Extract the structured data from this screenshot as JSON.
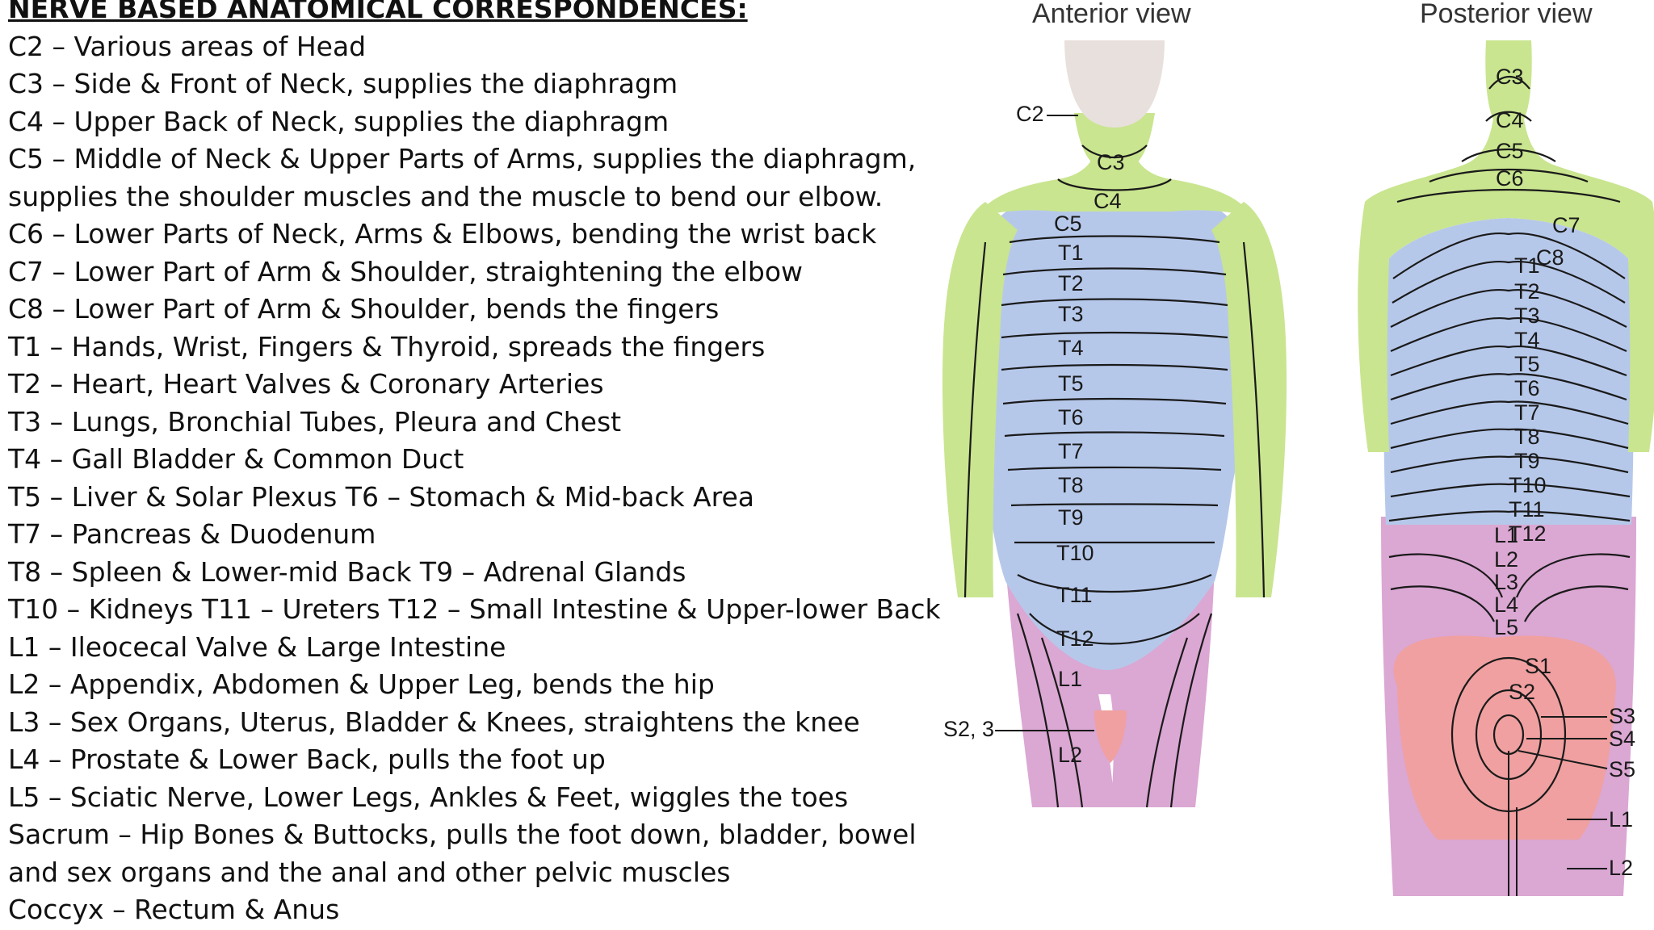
{
  "title": "NERVE BASED ANATOMICAL CORRESPONDENCES:",
  "lines": [
    "C2 – Various areas of Head",
    "C3 – Side & Front of Neck, supplies the diaphragm",
    "C4 – Upper Back of Neck, supplies the diaphragm",
    "C5 – Middle of Neck & Upper Parts of Arms, supplies the diaphragm,",
    "supplies the shoulder muscles and the muscle to bend our elbow.",
    "C6 – Lower Parts of Neck, Arms & Elbows, bending the wrist back",
    "C7 – Lower Part of Arm & Shoulder, straightening the elbow",
    "C8 – Lower Part of Arm & Shoulder, bends the fingers",
    "T1 – Hands, Wrist, Fingers & Thyroid, spreads the fingers",
    "T2 – Heart, Heart Valves & Coronary Arteries",
    "T3 – Lungs, Bronchial Tubes, Pleura and Chest",
    "T4 – Gall Bladder & Common Duct",
    "T5 – Liver & Solar Plexus  T6 – Stomach & Mid-back Area",
    "T7 – Pancreas & Duodenum",
    "T8 – Spleen & Lower-mid Back    T9 – Adrenal Glands",
    "T10 – Kidneys T11 – Ureters T12 – Small Intestine & Upper-lower Back",
    "L1 – Ileocecal Valve & Large Intestine",
    "L2 – Appendix, Abdomen & Upper Leg, bends the hip",
    "L3 – Sex Organs, Uterus, Bladder & Knees, straightens the knee",
    "L4 – Prostate & Lower Back, pulls the foot up",
    "L5 – Sciatic Nerve, Lower Legs, Ankles & Feet, wiggles the toes",
    "Sacrum – Hip Bones & Buttocks, pulls the foot down, bladder, bowel",
    "and sex organs and the anal and other pelvic muscles",
    "Coccyx – Rectum & Anus"
  ],
  "diagram": {
    "anterior": {
      "heading": "Anterior view",
      "labels": [
        "C2",
        "C3",
        "C4",
        "C5",
        "T1",
        "T2",
        "T3",
        "T4",
        "T5",
        "T6",
        "T7",
        "T8",
        "T9",
        "T10",
        "T11",
        "T12",
        "L1",
        "L2",
        "S2, 3"
      ]
    },
    "posterior": {
      "heading": "Posterior view",
      "labels": [
        "C3",
        "C4",
        "C5",
        "C6",
        "C7",
        "C8",
        "T1",
        "T2",
        "T3",
        "T4",
        "T5",
        "T6",
        "T7",
        "T8",
        "T9",
        "T10",
        "T11",
        "T12",
        "L1",
        "L2",
        "L3",
        "L4",
        "L5",
        "S1",
        "S2",
        "S3",
        "S4",
        "S5",
        "L1",
        "L2"
      ]
    },
    "colors": {
      "cervical": "#c9e58f",
      "thoracic": "#b6c8ea",
      "lumbar": "#dba7d3",
      "sacral": "#f0a0a0",
      "skin": "#e8e0dc"
    }
  }
}
